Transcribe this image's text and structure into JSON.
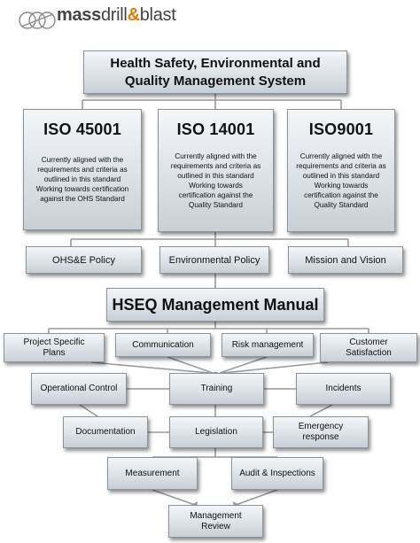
{
  "logo": {
    "part1": "mass",
    "part2": "drill",
    "amp": "&",
    "part3": "blast"
  },
  "top_system": {
    "line1": "Health Safety, Environmental and",
    "line2": "Quality Management System"
  },
  "iso_standards": [
    {
      "title": "ISO 45001",
      "desc": [
        "Currently aligned with the",
        "requirements and criteria as",
        "outlined in this standard",
        "Working towards certification",
        "against the OHS Standard"
      ]
    },
    {
      "title": "ISO 14001",
      "desc": [
        "Currently aligned with the",
        "requirements and criteria as",
        "outlined in this standard",
        "Working towards",
        "certification against the",
        "Quality Standard"
      ]
    },
    {
      "title": "ISO9001",
      "desc": [
        "Currently aligned with the",
        "requirements and criteria as",
        "outlined in this standard",
        "Working towards",
        "certification against the",
        "Quality Standard"
      ]
    }
  ],
  "policies": [
    "OHS&E Policy",
    "Environmental Policy",
    "Mission and Vision"
  ],
  "manual": "HSEQ Management Manual",
  "elements": {
    "project_specific": [
      "Project Specific",
      "Plans"
    ],
    "communication": "Communication",
    "risk_management": "Risk management",
    "customer_satisfaction": [
      "Customer",
      "Satisfaction"
    ],
    "operational_control": "Operational Control",
    "training": "Training",
    "incidents": "Incidents",
    "documentation": "Documentation",
    "legislation": "Legislation",
    "emergency_response": [
      "Emergency",
      "response"
    ],
    "measurement": "Measurement",
    "audit_inspections": "Audit & Inspections",
    "management_review": [
      "Management",
      "Review"
    ]
  },
  "colors": {
    "box_top": "#f4f6f8",
    "box_bottom": "#c9cfd6",
    "connector": "#9a9a9a",
    "logo_accent": "#e07b00"
  }
}
